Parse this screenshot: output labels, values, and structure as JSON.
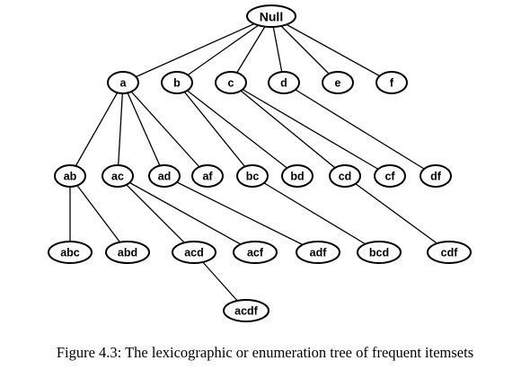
{
  "diagram": {
    "type": "tree",
    "nodes": [
      {
        "id": "null",
        "label": "Null"
      },
      {
        "id": "a",
        "label": "a"
      },
      {
        "id": "b",
        "label": "b"
      },
      {
        "id": "c",
        "label": "c"
      },
      {
        "id": "d",
        "label": "d"
      },
      {
        "id": "e",
        "label": "e"
      },
      {
        "id": "f",
        "label": "f"
      },
      {
        "id": "ab",
        "label": "ab"
      },
      {
        "id": "ac",
        "label": "ac"
      },
      {
        "id": "ad",
        "label": "ad"
      },
      {
        "id": "af",
        "label": "af"
      },
      {
        "id": "bc",
        "label": "bc"
      },
      {
        "id": "bd",
        "label": "bd"
      },
      {
        "id": "cd",
        "label": "cd"
      },
      {
        "id": "cf",
        "label": "cf"
      },
      {
        "id": "df",
        "label": "df"
      },
      {
        "id": "abc",
        "label": "abc"
      },
      {
        "id": "abd",
        "label": "abd"
      },
      {
        "id": "acd",
        "label": "acd"
      },
      {
        "id": "acf",
        "label": "acf"
      },
      {
        "id": "adf",
        "label": "adf"
      },
      {
        "id": "bcd",
        "label": "bcd"
      },
      {
        "id": "cdf",
        "label": "cdf"
      },
      {
        "id": "acdf",
        "label": "acdf"
      }
    ],
    "edges": [
      [
        "null",
        "a"
      ],
      [
        "null",
        "b"
      ],
      [
        "null",
        "c"
      ],
      [
        "null",
        "d"
      ],
      [
        "null",
        "e"
      ],
      [
        "null",
        "f"
      ],
      [
        "a",
        "ab"
      ],
      [
        "a",
        "ac"
      ],
      [
        "a",
        "ad"
      ],
      [
        "a",
        "af"
      ],
      [
        "b",
        "bc"
      ],
      [
        "b",
        "bd"
      ],
      [
        "c",
        "cd"
      ],
      [
        "c",
        "cf"
      ],
      [
        "d",
        "df"
      ],
      [
        "ab",
        "abc"
      ],
      [
        "ab",
        "abd"
      ],
      [
        "ac",
        "acd"
      ],
      [
        "ac",
        "acf"
      ],
      [
        "ad",
        "adf"
      ],
      [
        "bc",
        "bcd"
      ],
      [
        "cd",
        "cdf"
      ],
      [
        "acd",
        "acdf"
      ]
    ]
  },
  "caption": "Figure 4.3: The lexicographic or enumeration tree of frequent itemsets"
}
